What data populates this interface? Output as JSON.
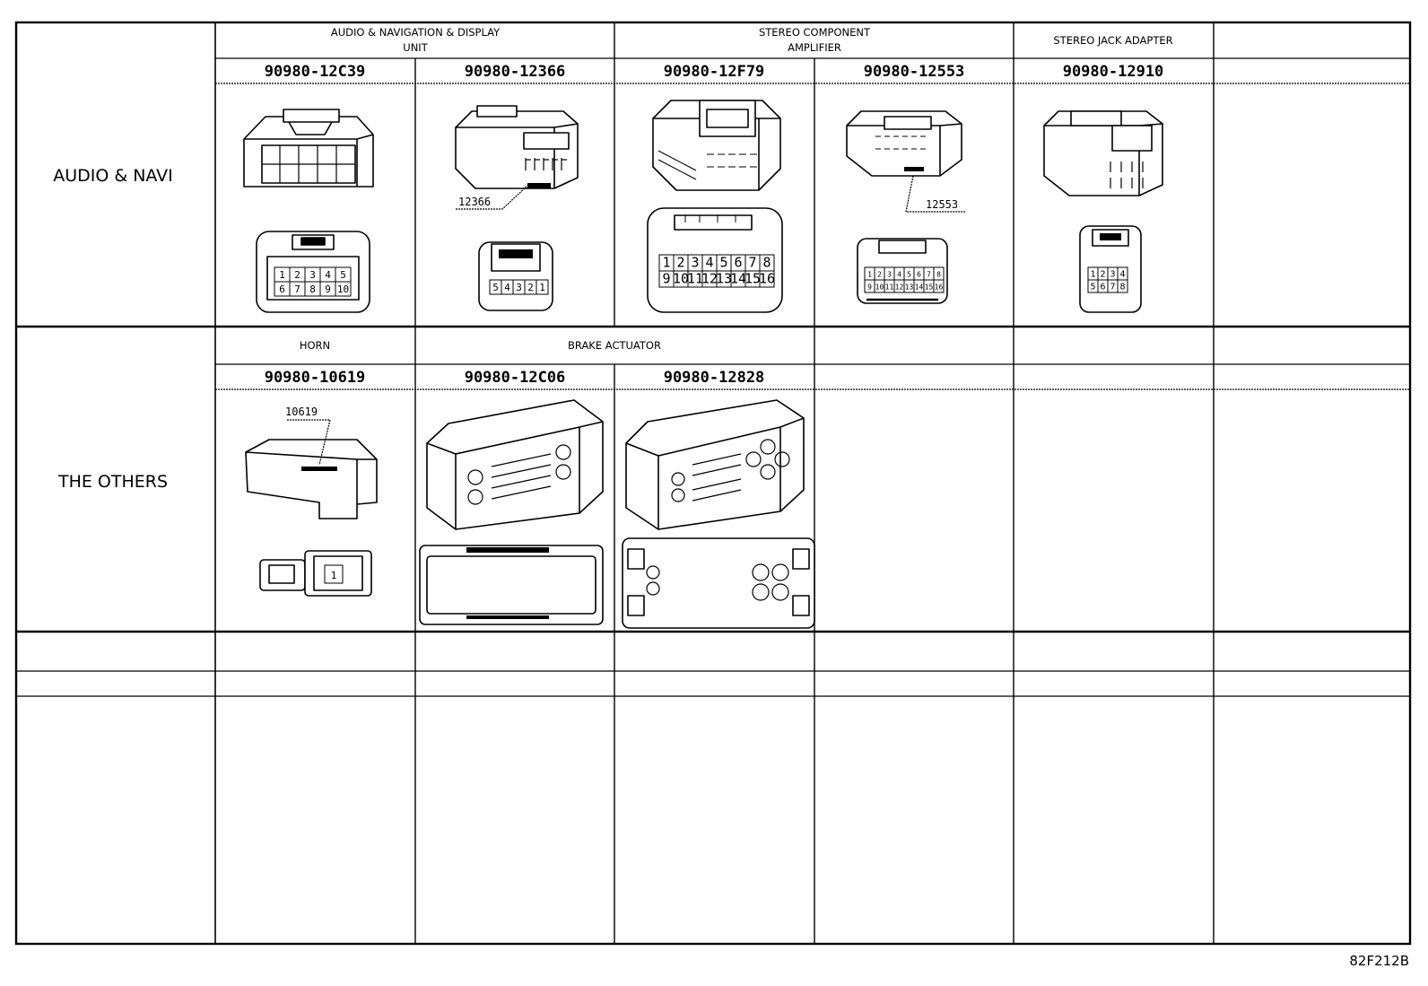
{
  "rows": [
    {
      "category": "AUDIO & NAVI",
      "groups": [
        {
          "title_lines": [
            "AUDIO & NAVIGATION & DISPLAY",
            "UNIT"
          ]
        },
        {
          "title_lines": [
            "STEREO COMPONENT",
            "AMPLIFIER"
          ]
        },
        {
          "title_lines": [
            "STEREO JACK ADAPTER"
          ]
        }
      ],
      "parts": [
        {
          "part_no": "90980-12C39",
          "pins_top": [
            "1",
            "2",
            "3",
            "4",
            "5"
          ],
          "pins_bottom": [
            "6",
            "7",
            "8",
            "9",
            "10"
          ]
        },
        {
          "part_no": "90980-12366",
          "callout": "12366",
          "pins_top": [],
          "pins_bottom": [
            "5",
            "4",
            "3",
            "2",
            "1"
          ]
        },
        {
          "part_no": "90980-12F79",
          "pins_top": [
            "1",
            "2",
            "3",
            "4",
            "5",
            "6",
            "7",
            "8"
          ],
          "pins_bottom": [
            "9",
            "10",
            "11",
            "12",
            "13",
            "14",
            "15",
            "16"
          ]
        },
        {
          "part_no": "90980-12553",
          "callout": "12553",
          "pins_top": [
            "1",
            "2",
            "3",
            "4",
            "5",
            "6",
            "7",
            "8"
          ],
          "pins_bottom": [
            "9",
            "10",
            "11",
            "12",
            "13",
            "14",
            "15",
            "16"
          ]
        },
        {
          "part_no": "90980-12910",
          "pins_top": [
            "1",
            "2",
            "3",
            "4"
          ],
          "pins_bottom": [
            "5",
            "6",
            "7",
            "8"
          ]
        }
      ]
    },
    {
      "category": "THE OTHERS",
      "groups": [
        {
          "title_lines": [
            "HORN"
          ]
        },
        {
          "title_lines": [
            "BRAKE ACTUATOR"
          ]
        }
      ],
      "parts": [
        {
          "part_no": "90980-10619",
          "callout": "10619",
          "pins_top": [
            "1"
          ],
          "pins_bottom": []
        },
        {
          "part_no": "90980-12C06",
          "pins_top": [],
          "pins_bottom": []
        },
        {
          "part_no": "90980-12828",
          "pins_top": [],
          "pins_bottom": []
        }
      ]
    }
  ],
  "footer": {
    "drawing_code": "82F212B"
  }
}
